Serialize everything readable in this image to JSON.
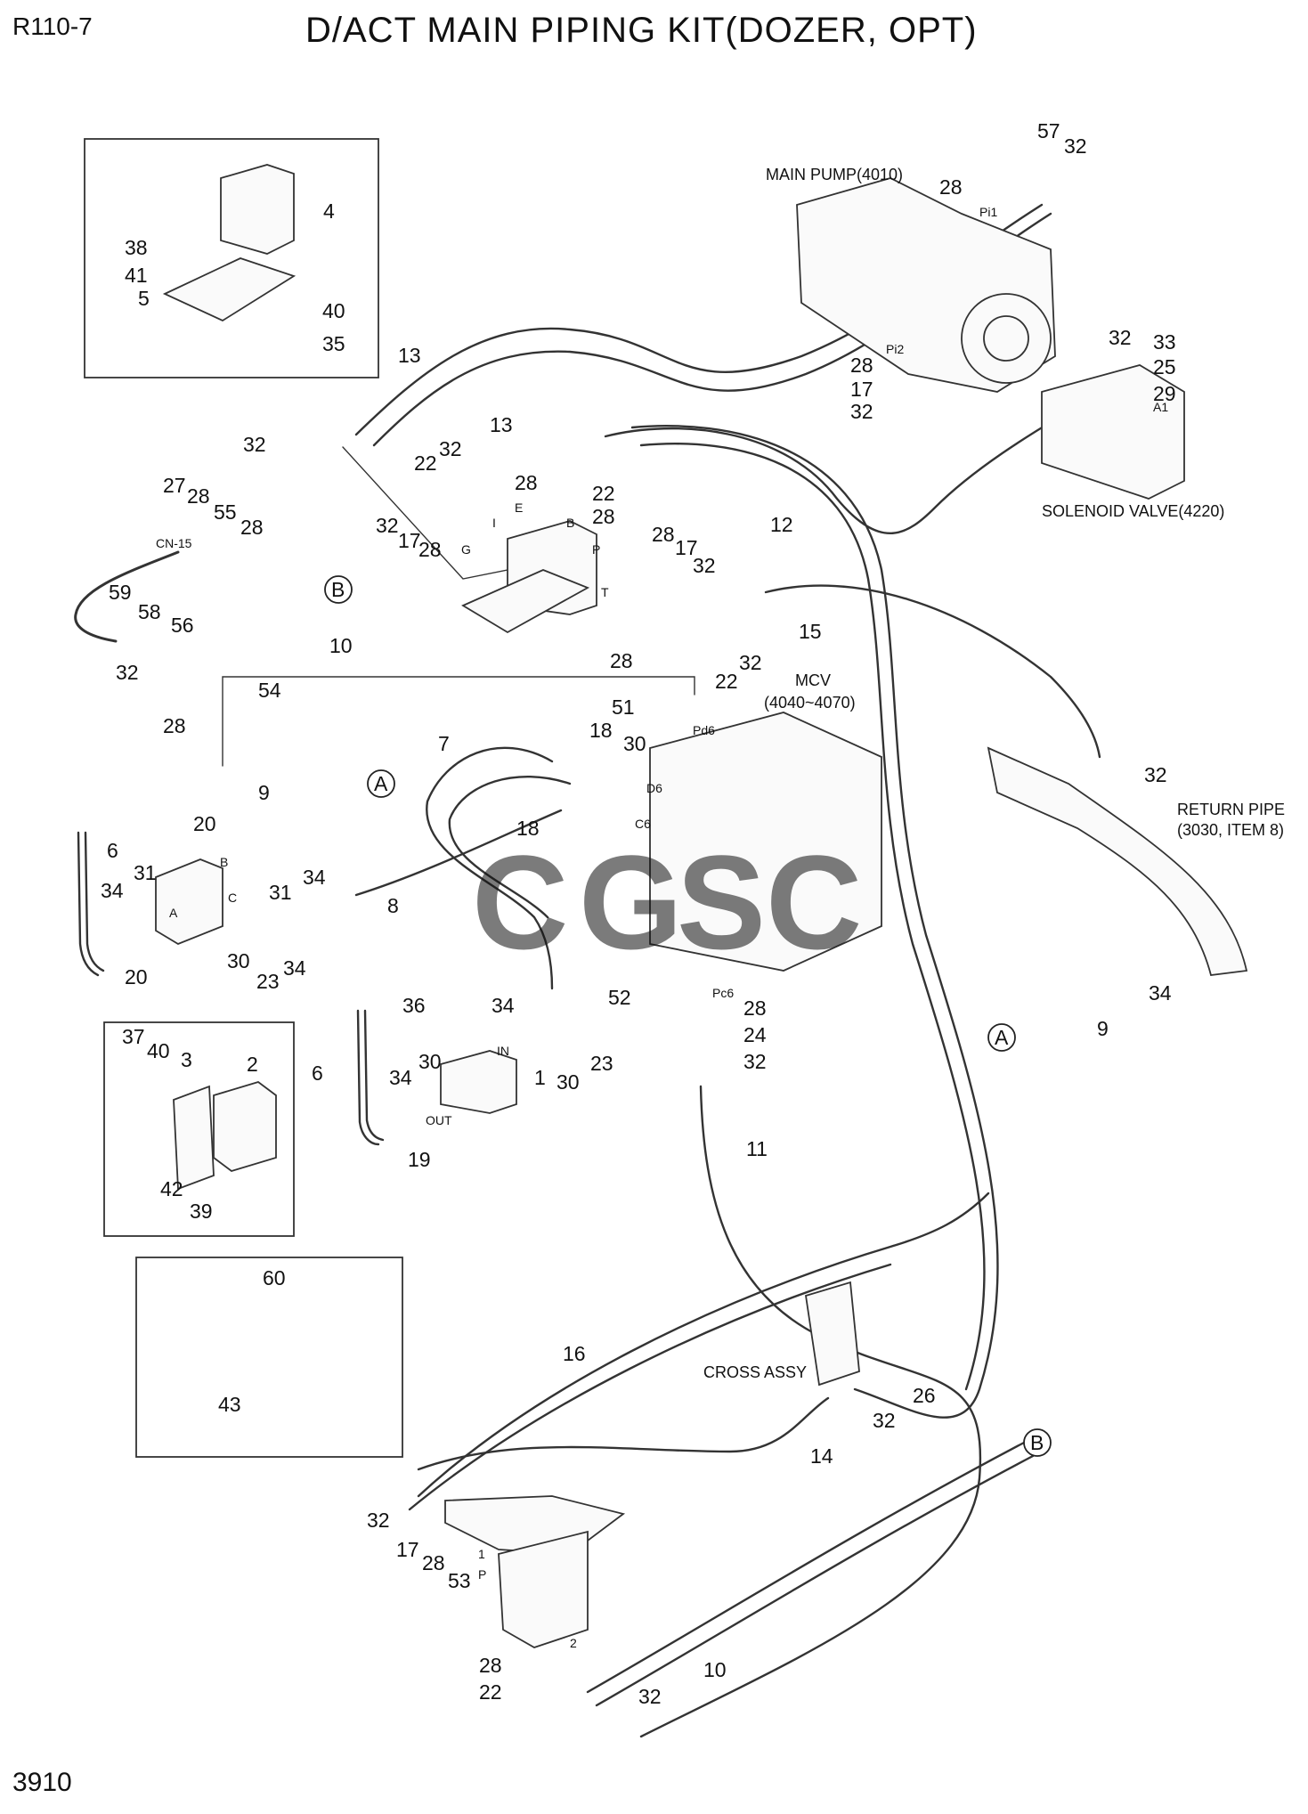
{
  "header": {
    "model": "R110-7",
    "title": "D/ACT MAIN PIPING KIT(DOZER, OPT)",
    "page_number": "3910"
  },
  "watermark": "CGSC",
  "component_labels": {
    "main_pump": "MAIN PUMP(4010)",
    "solenoid_valve": "SOLENOID VALVE(4220)",
    "mcv": "MCV",
    "mcv_range": "(4040~4070)",
    "return_pipe": "RETURN PIPE",
    "return_pipe_ref": "(3030, ITEM 8)",
    "cross_assy": "CROSS ASSY",
    "connector": "CN-15"
  },
  "port_labels": [
    "Pi1",
    "Pi2",
    "A1",
    "E",
    "B",
    "I",
    "G",
    "P",
    "T",
    "Pd6",
    "D6",
    "C6",
    "Pc6",
    "B",
    "C",
    "A",
    "IN",
    "OUT",
    "1",
    "P",
    "2"
  ],
  "callouts": [
    "A",
    "B",
    "A",
    "B"
  ],
  "part_numbers": [
    "4",
    "38",
    "41",
    "5",
    "40",
    "35",
    "57",
    "32",
    "28",
    "13",
    "13",
    "32",
    "33",
    "25",
    "29",
    "28",
    "17",
    "32",
    "32",
    "22",
    "32",
    "28",
    "22",
    "28",
    "27",
    "28",
    "55",
    "28",
    "32",
    "17",
    "28",
    "28",
    "17",
    "32",
    "12",
    "59",
    "58",
    "56",
    "10",
    "32",
    "54",
    "28",
    "28",
    "22",
    "32",
    "15",
    "51",
    "18",
    "30",
    "7",
    "9",
    "20",
    "34",
    "18",
    "6",
    "34",
    "31",
    "31",
    "20",
    "30",
    "23",
    "34",
    "8",
    "32",
    "34",
    "52",
    "28",
    "24",
    "32",
    "9",
    "36",
    "34",
    "23",
    "30",
    "37",
    "40",
    "3",
    "2",
    "6",
    "34",
    "30",
    "1",
    "19",
    "42",
    "39",
    "11",
    "60",
    "43",
    "16",
    "26",
    "32",
    "14",
    "32",
    "17",
    "28",
    "53",
    "28",
    "22",
    "32",
    "10"
  ]
}
